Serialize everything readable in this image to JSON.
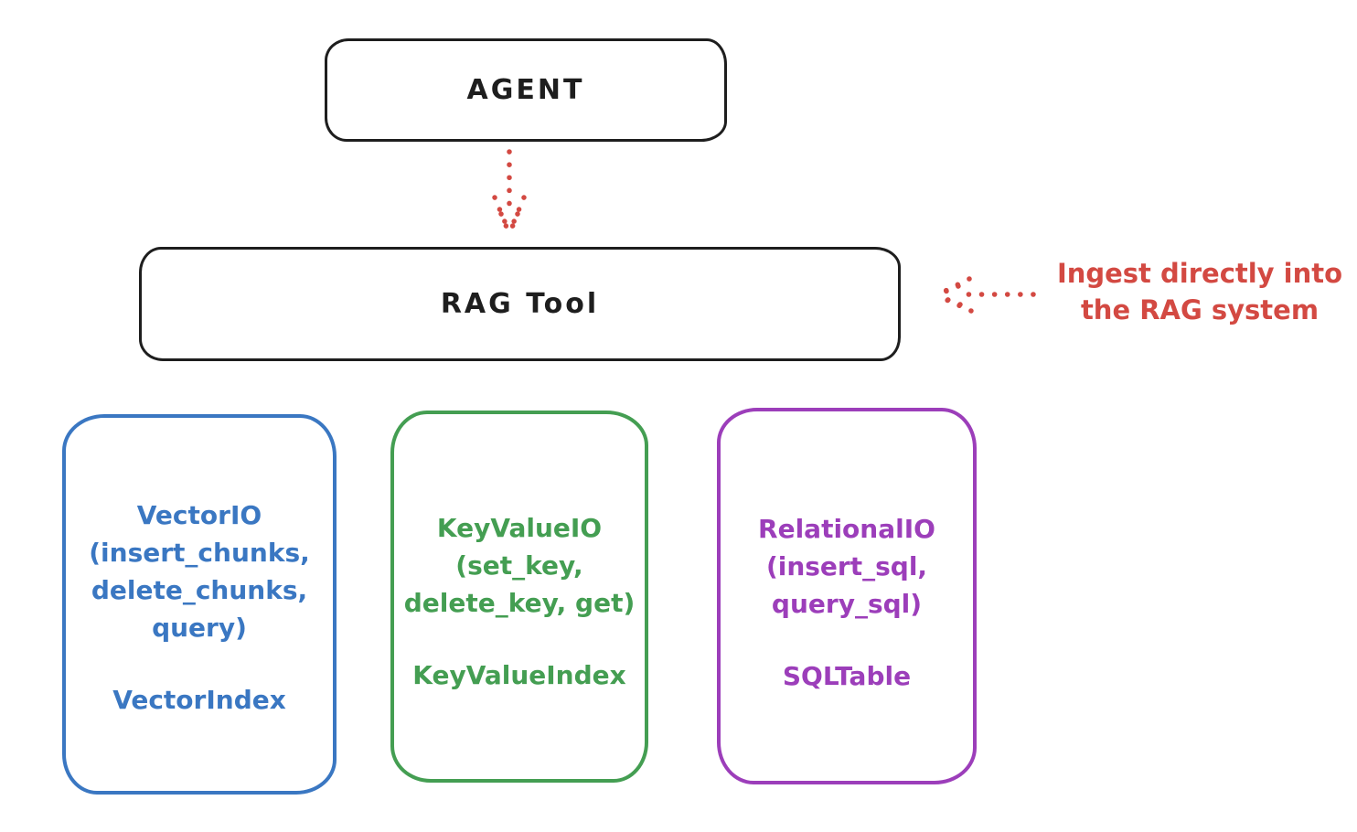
{
  "diagram": {
    "agent": {
      "label": "AGENT"
    },
    "rag_tool": {
      "label": "RAG Tool"
    },
    "annotation": {
      "lines": [
        "Ingest directly into",
        "the RAG system"
      ]
    },
    "cards": [
      {
        "id": "vector-io",
        "header_lines": [
          "VectorIO",
          "(insert_chunks,",
          "delete_chunks,",
          "query)"
        ],
        "footer": "VectorIndex",
        "color": "#3a77c2"
      },
      {
        "id": "keyvalue-io",
        "header_lines": [
          "KeyValueIO",
          "(set_key,",
          "delete_key, get)"
        ],
        "footer": "KeyValueIndex",
        "color": "#449e52"
      },
      {
        "id": "relational-io",
        "header_lines": [
          "RelationalIO",
          "(insert_sql,",
          "query_sql)"
        ],
        "footer": "SQLTable",
        "color": "#9c3eba"
      }
    ],
    "colors": {
      "ink": "#1e1e1e",
      "red": "#d34942",
      "blue": "#3a77c2",
      "green": "#449e52",
      "purple": "#9c3eba"
    }
  }
}
